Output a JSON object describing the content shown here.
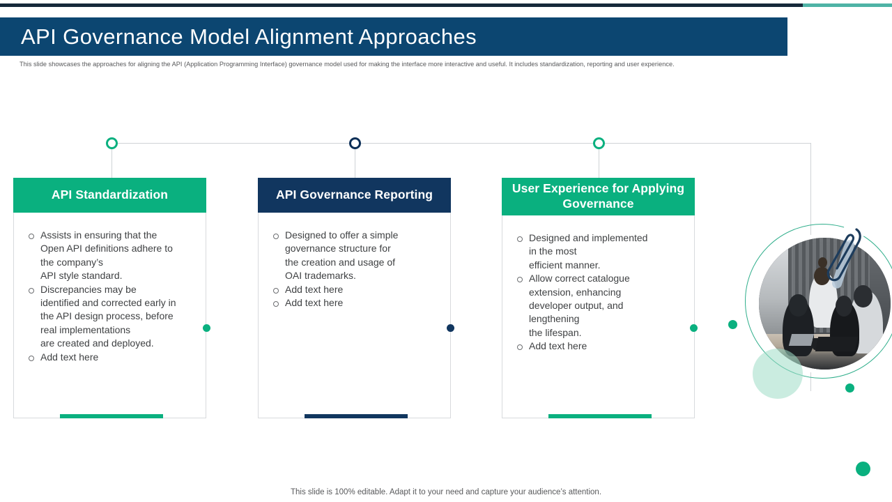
{
  "slide": {
    "title": "API Governance Model Alignment Approaches",
    "subtitle": "This slide showcases the approaches for aligning the API (Application Programming  Interface) governance model used  for making the interface more interactive and useful. It includes standardization, reporting and user experience.",
    "footer": "This slide is 100% editable. Adapt it to your need and capture your audience’s attention."
  },
  "colors": {
    "navy_rail": "#16293a",
    "teal_rail": "#4fb3a6",
    "title_band": "#0c4671",
    "green": "#0ab07f",
    "dark_blue": "#11365f",
    "body_text": "#3f4143",
    "line": "#cfd3d6"
  },
  "cards": [
    {
      "title": "API Standardization",
      "accent": "#0ab07f",
      "marker": "ring-green",
      "bullets": [
        "Assists in ensuring that the\nOpen API definitions adhere to\nthe company’s\nAPI style  standard.",
        "Discrepancies may be\nidentified and corrected early in\nthe API design process, before\nreal implementations\nare created and deployed.",
        "Add text here"
      ]
    },
    {
      "title": "API Governance Reporting",
      "accent": "#11365f",
      "marker": "ring-navy",
      "bullets": [
        "Designed to offer a simple\ngovernance structure for\nthe creation and usage of\nOAI trademarks.",
        "Add text here",
        "Add text here"
      ]
    },
    {
      "title": "User Experience for\nApplying Governance",
      "accent": "#0ab07f",
      "marker": "ring-green",
      "bullets": [
        "Designed and implemented\nin the most\nefficient manner.",
        "Allow correct catalogue\nextension, enhancing\ndeveloper output,  and\nlengthening\nthe lifespan.",
        "Add text here"
      ]
    }
  ],
  "illustration": {
    "photo_alt": "team-meeting-photo",
    "decorations": [
      "paperclip-icon",
      "green-ring",
      "green-blob",
      "green-dots"
    ]
  }
}
